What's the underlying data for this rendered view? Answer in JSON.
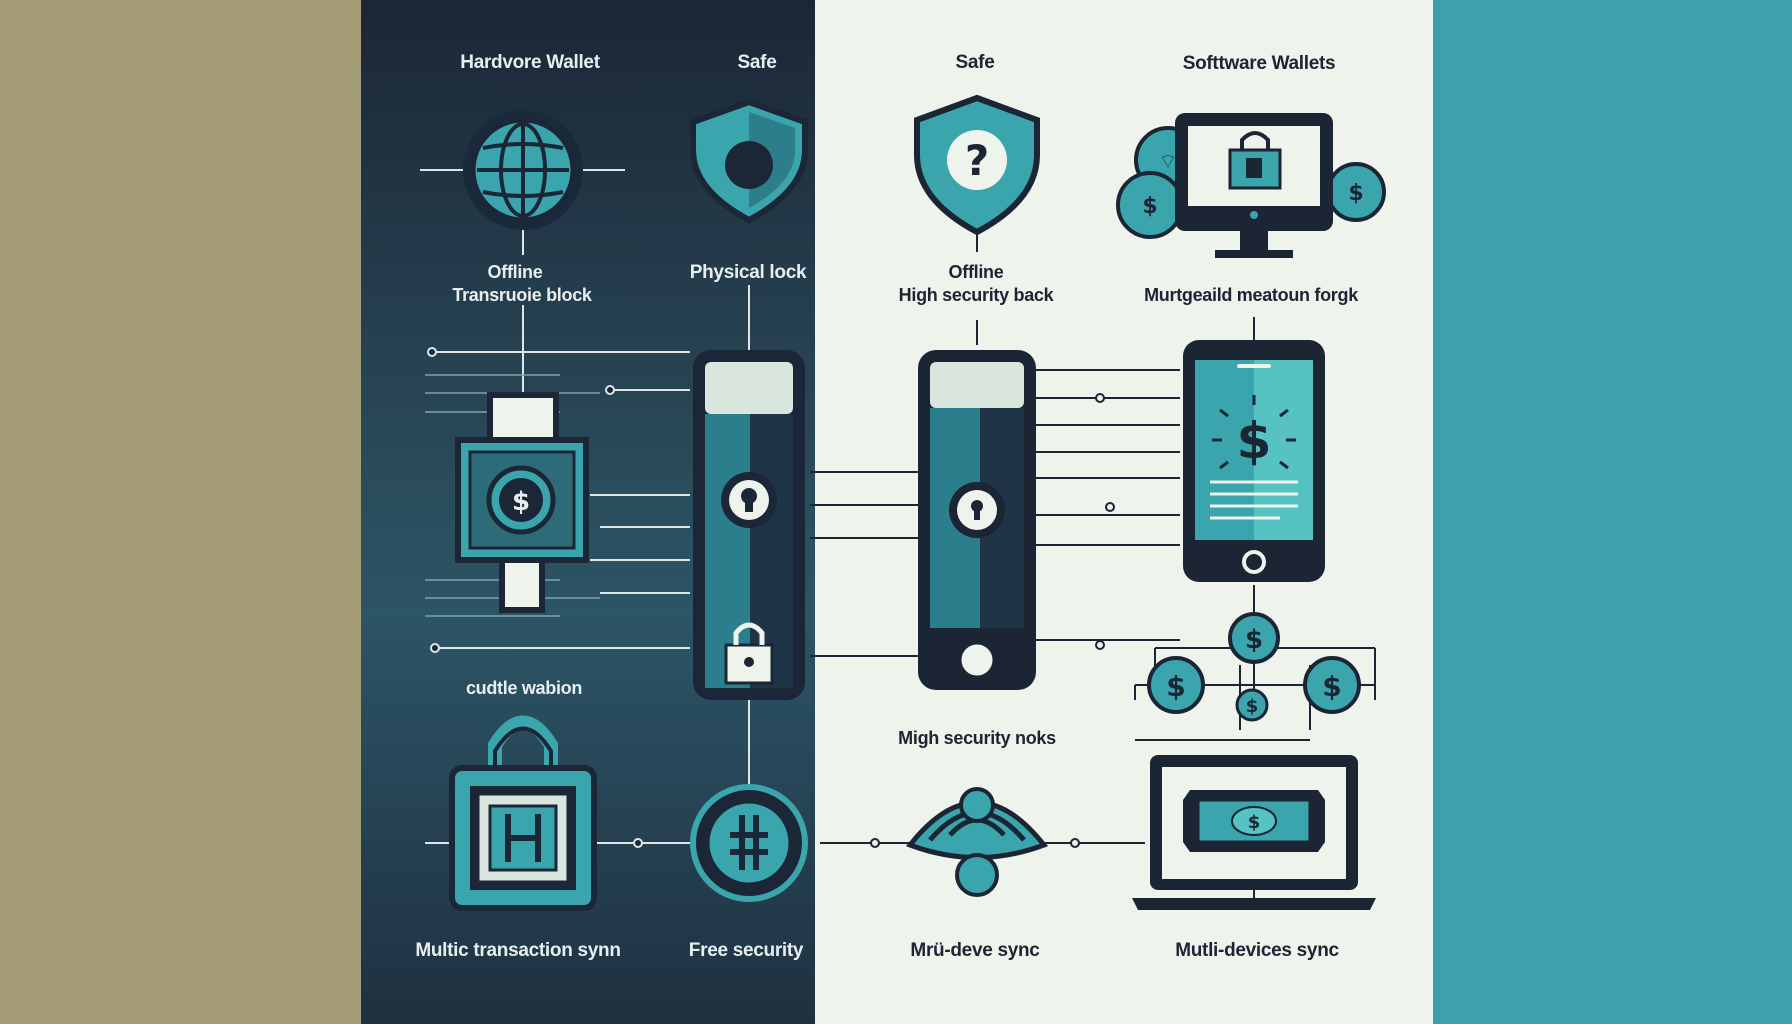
{
  "labels": {
    "hardware_wallet_title": "Hardvore Wallet",
    "safe_left_title": "Safe",
    "safe_right_title": "Safe",
    "software_wallets_title": "Softtware Wallets",
    "offline_left": "Offline",
    "offline_left_sub": "Transruoie block",
    "physical_lock": "Physical lock",
    "offline_right": "Offline",
    "high_security_back": "High security back",
    "multisig_label": "Murtgeaild meatoun forgk",
    "cuddle_wallet": "cudtle wabion",
    "high_security_locks": "Migh security noks",
    "multic_transaction_sync": "Multic transaction synn",
    "free_security": "Free security",
    "multi_device_sync_1": "Mrü-deve sync",
    "multi_device_sync_2": "Mutli-devices sync"
  },
  "colors": {
    "olive": "#a59c78",
    "dark_navy": "#1b2636",
    "teal_accent": "#3aa5ad",
    "light_bg": "#eef3ec",
    "teal_panel": "#3e9fad"
  },
  "icons": [
    "globe-icon",
    "shield-icon",
    "shield-question-icon",
    "monitor-lock-icon",
    "hardware-device-icon",
    "usb-wallet-icon",
    "phone-wallet-icon",
    "coin-network-icon",
    "padlock-chip-icon",
    "coin-icon",
    "wifi-icon",
    "laptop-cash-icon"
  ]
}
